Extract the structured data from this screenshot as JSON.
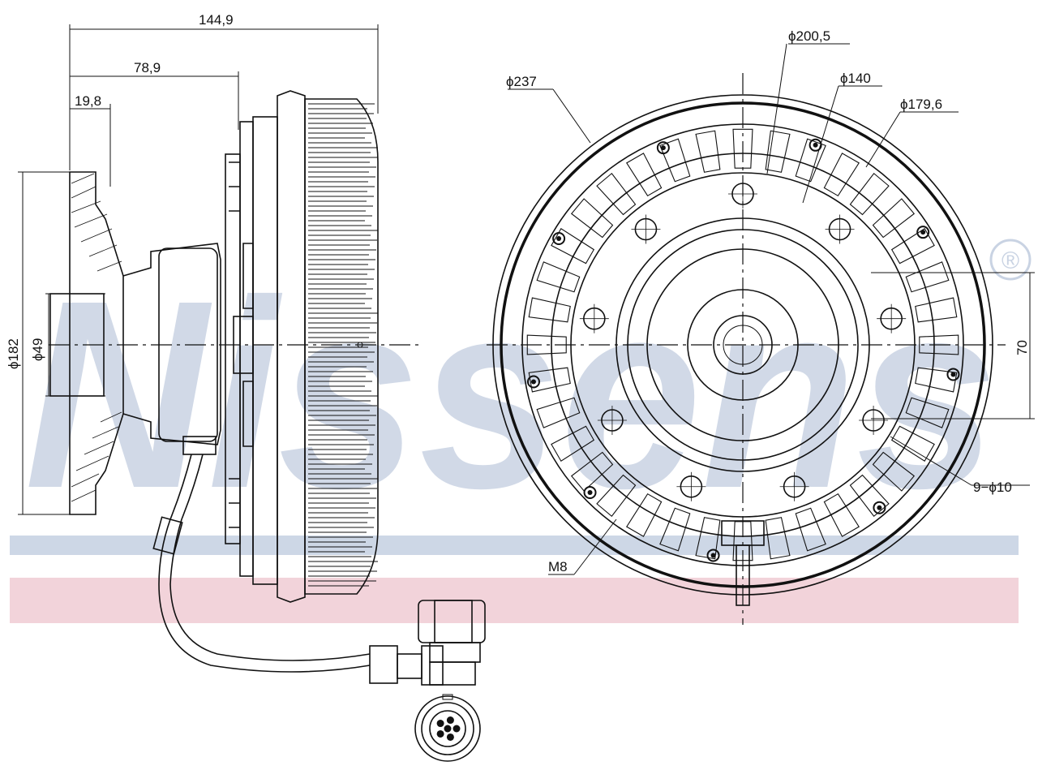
{
  "brand": {
    "watermark_text": "Nissens",
    "registered_mark": "®",
    "watermark_color": "#c9d3e3",
    "stripe_blue": "#cdd7e6",
    "stripe_pink": "#f2d3da"
  },
  "side_view": {
    "dimensions": {
      "overall_length": "144,9",
      "hub_length": "78,9",
      "flange_thickness": "19,8",
      "flange_diameter": "ϕ182",
      "bore_diameter": "ϕ49"
    }
  },
  "front_view": {
    "dimensions": {
      "outer_diameter": "ϕ237",
      "ring_diameter": "ϕ200,5",
      "bolt_circle": "ϕ140",
      "thread_circle": "ϕ179,6",
      "height_70": "70",
      "holes": "9−ϕ10",
      "thread": "M8"
    }
  },
  "connector_view": {
    "pin_count": 6
  }
}
